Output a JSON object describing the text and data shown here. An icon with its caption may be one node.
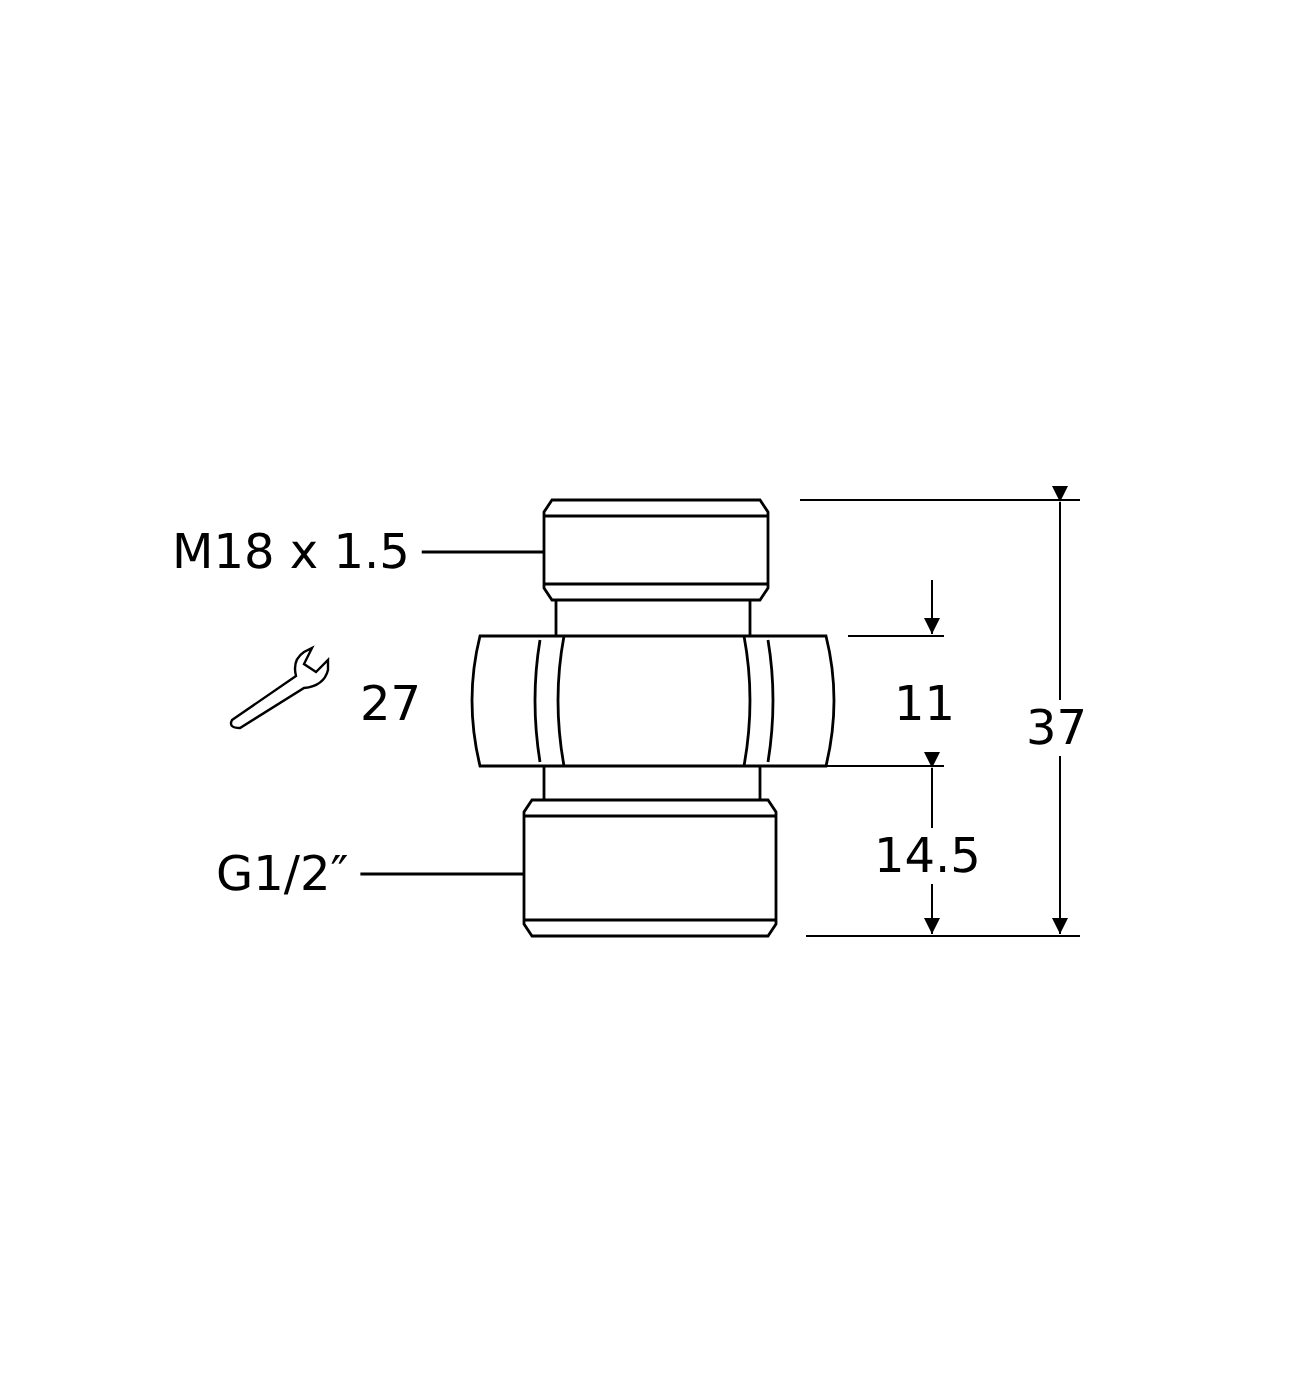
{
  "diagram": {
    "nodes": [
      {
        "text": [
          "M18 x 1.5"
        ]
      },
      {
        "text": [],
        "shape": "picture"
      },
      {
        "text": [
          "G1/2″"
        ]
      },
      {
        "text": [],
        "shape": "picture"
      }
    ],
    "edges": [
      {
        "from": 0,
        "to": 1,
        "arrow": "none"
      },
      {
        "from": 2,
        "to": 3,
        "arrow": "none"
      }
    ],
    "labels": [
      "27",
      "11",
      "14.5",
      "37"
    ]
  }
}
